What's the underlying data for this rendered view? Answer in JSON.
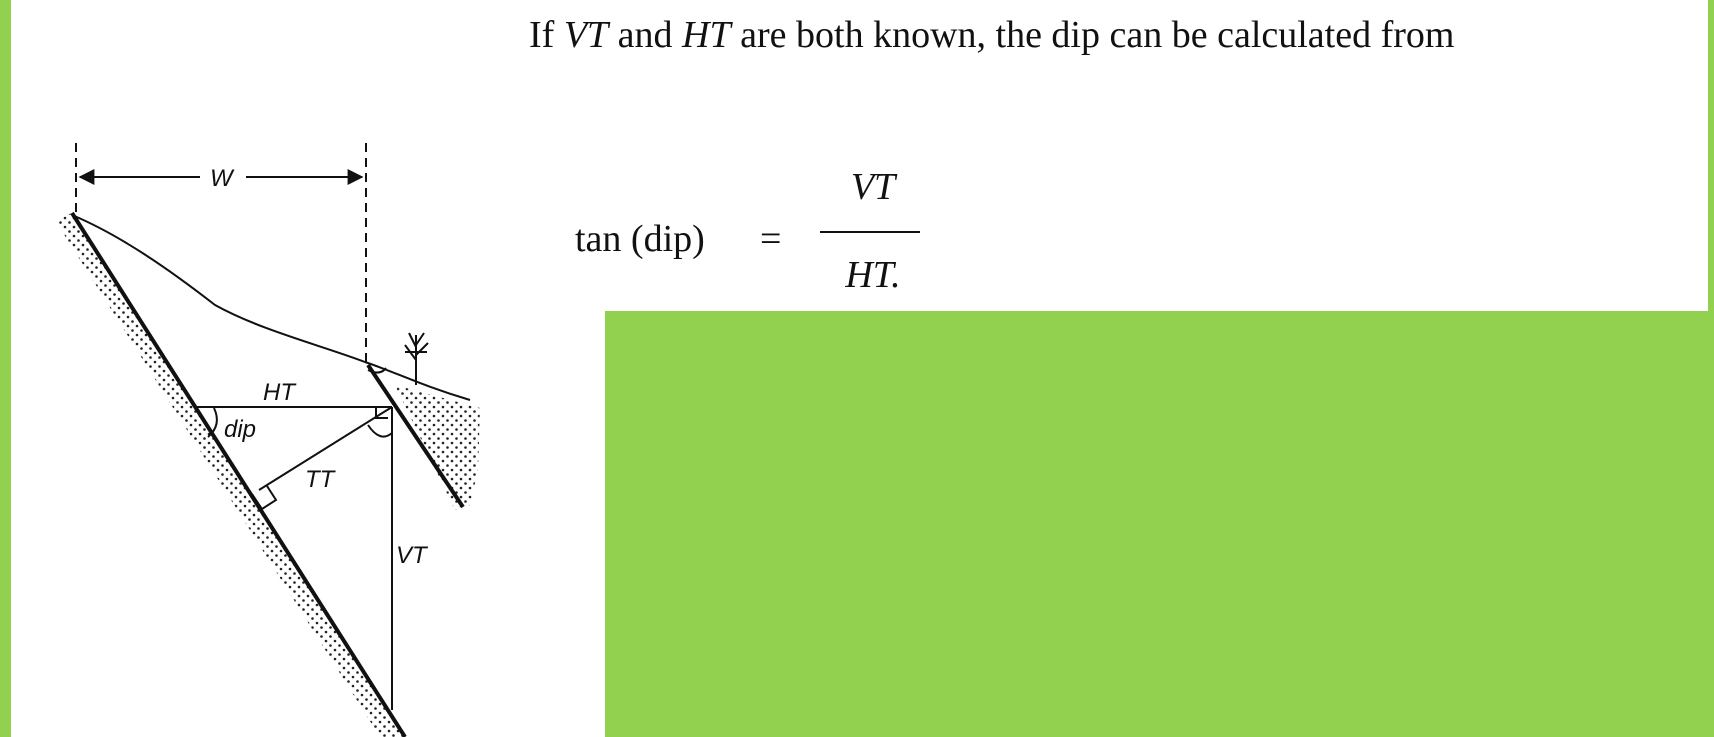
{
  "paragraph": {
    "t1": "If ",
    "vt": "VT",
    "t2": " and ",
    "ht": "HT",
    "t3": " are both known, the dip can be calculated from"
  },
  "equation": {
    "lhs": "tan (dip)",
    "equals": "=",
    "numerator": "VT",
    "denominator": "HT."
  },
  "diagram": {
    "labels": {
      "width": "W",
      "horizontal_thickness": "HT",
      "dip": "dip",
      "true_thickness": "TT",
      "vertical_thickness": "VT"
    }
  },
  "colors": {
    "background": "#92d050",
    "page": "#ffffff",
    "ink": "#111111"
  }
}
